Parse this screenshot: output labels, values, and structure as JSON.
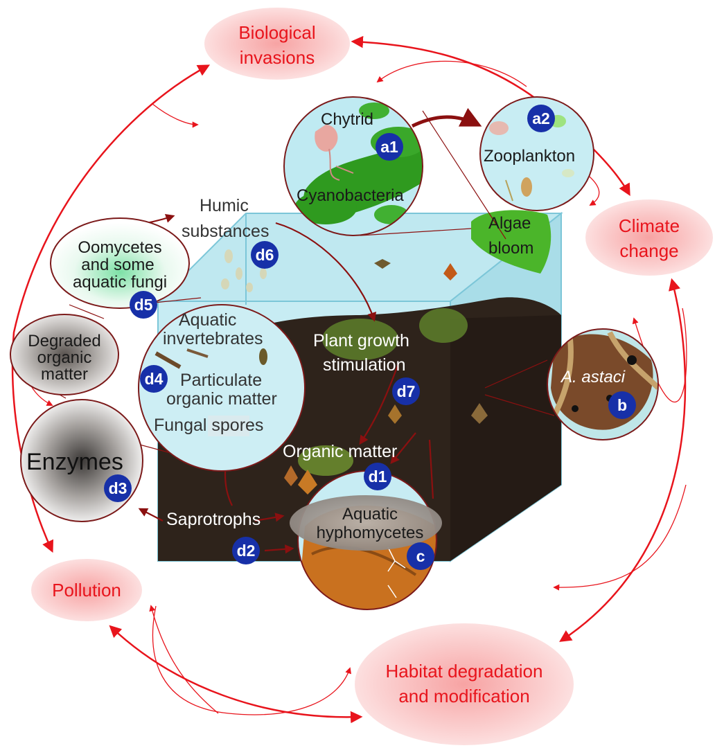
{
  "stressors": {
    "biological_invasions": [
      "Biological",
      "invasions"
    ],
    "climate_change": [
      "Climate",
      "change"
    ],
    "pollution": "Pollution",
    "habitat": [
      "Habitat degradation",
      "and modification"
    ]
  },
  "organisms": {
    "chytrid": "Chytrid",
    "cyanobacteria": "Cyanobacteria",
    "zooplankton": "Zooplankton",
    "algae_bloom": [
      "Algae",
      "bloom"
    ],
    "a_astaci": "A. astaci",
    "aquatic_hyphomycetes": [
      "Aquatic",
      "hyphomycetes"
    ],
    "oomycetes": [
      "Oomycetes",
      "and some",
      "aquatic fungi"
    ],
    "degraded_organic_matter": [
      "Degraded",
      "organic",
      "matter"
    ],
    "enzymes": "Enzymes",
    "humic_substances": [
      "Humic",
      "substances"
    ],
    "aquatic_invertebrates": [
      "Aquatic",
      "invertebrates"
    ],
    "particulate_organic_matter": [
      "Particulate",
      "organic matter"
    ],
    "fungal_spores": "Fungal spores",
    "plant_growth": [
      "Plant growth",
      "stimulation"
    ],
    "organic_matter": "Organic matter",
    "saprotrophs": "Saprotrophs"
  },
  "badges": {
    "a1": "a1",
    "a2": "a2",
    "b": "b",
    "c": "c",
    "d1": "d1",
    "d2": "d2",
    "d3": "d3",
    "d4": "d4",
    "d5": "d5",
    "d6": "d6",
    "d7": "d7"
  },
  "colors": {
    "stressor_text": "#e8141c",
    "arrow_red": "#e8141c",
    "arrow_darkred": "#8b1010",
    "badge_blue": "#1730a8",
    "water": "#c7ecf3",
    "sediment": "#2e231b"
  }
}
